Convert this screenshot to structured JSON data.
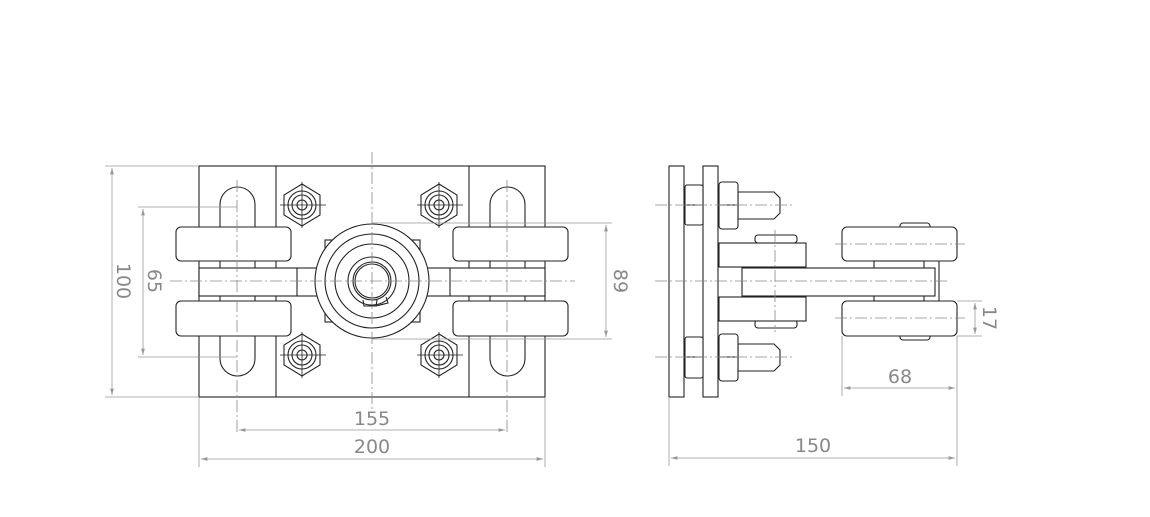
{
  "drawing": {
    "front_view": {
      "dimensions": {
        "height_total": "100",
        "slot_spacing": "65",
        "roller_span": "89",
        "slot_center_distance": "155",
        "width_total": "200"
      }
    },
    "side_view": {
      "dimensions": {
        "roller_gap": "17",
        "roller_length": "68",
        "depth_total": "150"
      }
    },
    "line_color": "#222222",
    "dimension_color": "#888888"
  }
}
